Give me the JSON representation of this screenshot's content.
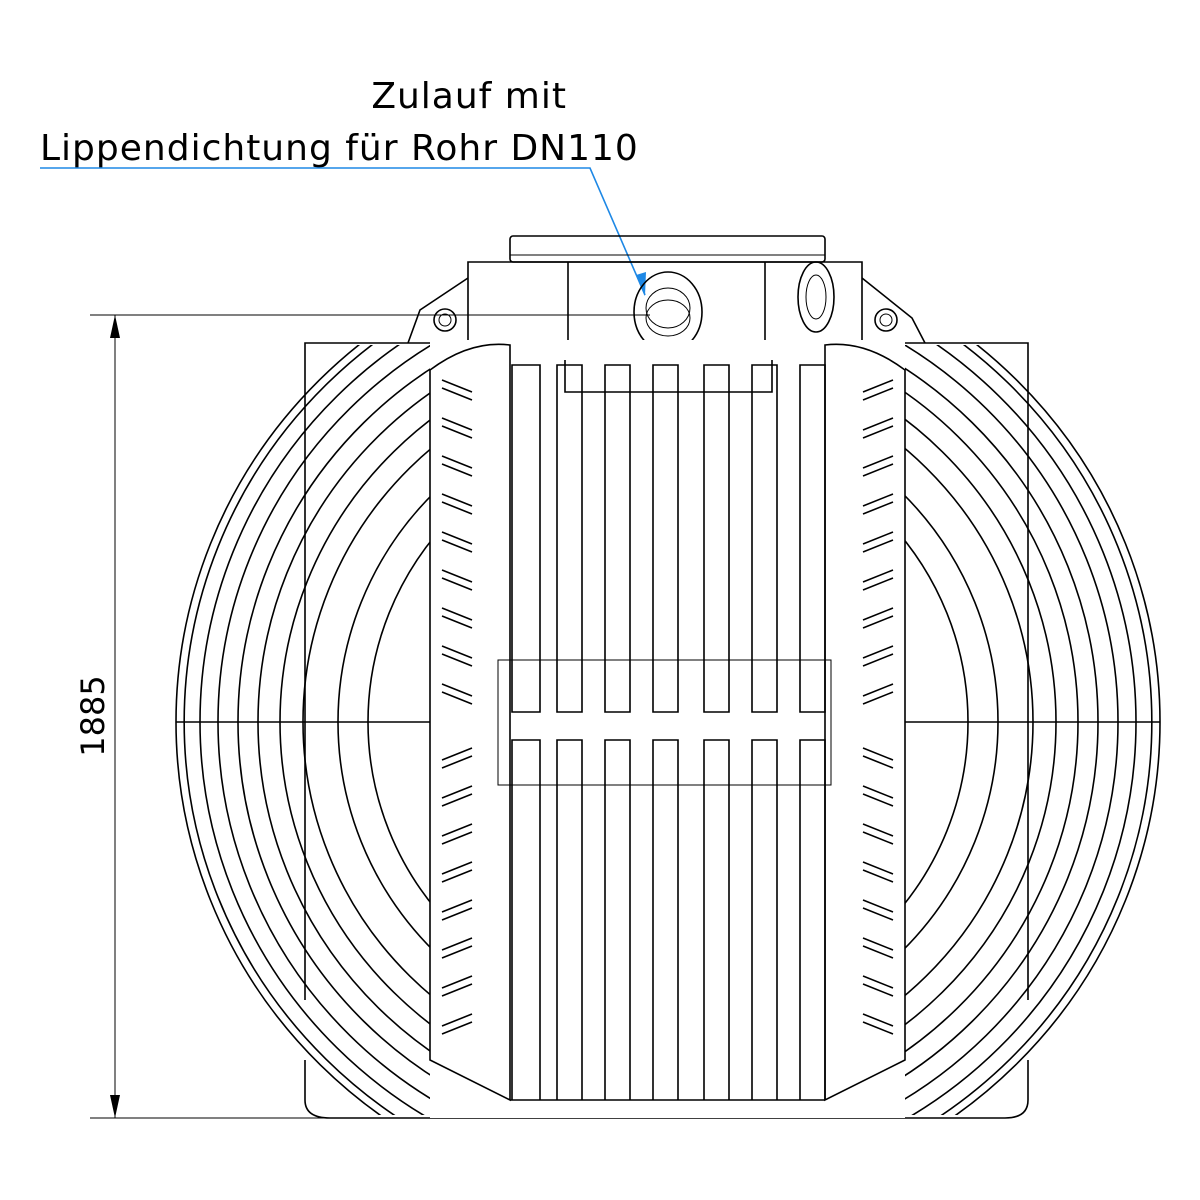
{
  "annotation": {
    "line1": "Zulauf mit",
    "line2": "Lippendichtung für Rohr DN110",
    "leader_color": "#1e88e5"
  },
  "dimension": {
    "height_label": "1885"
  }
}
